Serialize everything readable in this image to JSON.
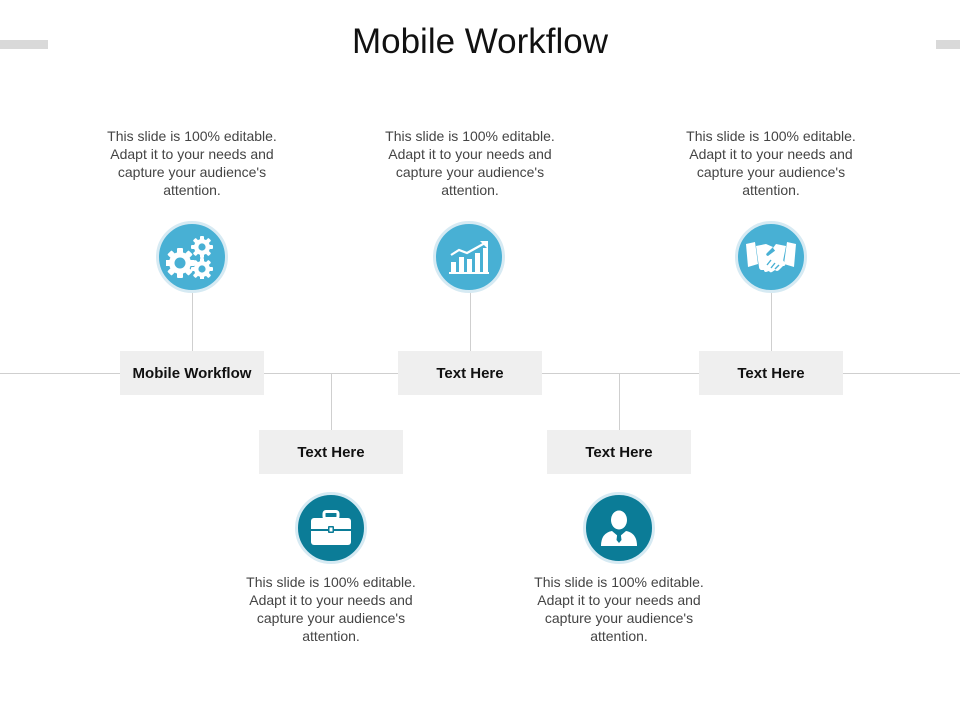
{
  "title": "Mobile Workflow",
  "colors": {
    "light_blue": "#48b0d4",
    "dark_teal": "#0b7c97",
    "box": "#efefef",
    "line": "#cfcfcf"
  },
  "steps": [
    {
      "label": "Mobile Workflow",
      "icon": "gears-icon",
      "description": "This slide is 100% editable. Adapt it to your needs and capture your audience's attention."
    },
    {
      "label": "Text Here",
      "icon": "briefcase-icon",
      "description": "This slide is 100% editable. Adapt it to your needs and capture your audience's attention."
    },
    {
      "label": "Text Here",
      "icon": "growth-chart-icon",
      "description": "This slide is 100% editable. Adapt it to your needs and capture your audience's attention."
    },
    {
      "label": "Text Here",
      "icon": "user-icon",
      "description": "This slide is 100% editable. Adapt it to your needs and capture your audience's attention."
    },
    {
      "label": "Text Here",
      "icon": "handshake-icon",
      "description": "This slide is 100% editable. Adapt it to your needs and capture your audience's attention."
    }
  ]
}
